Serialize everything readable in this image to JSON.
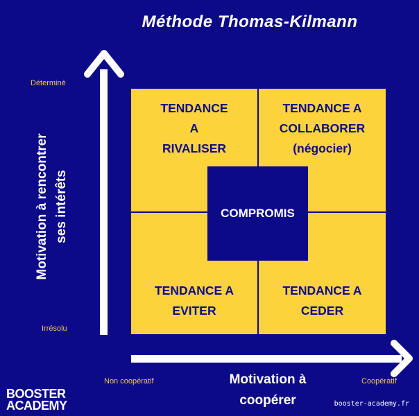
{
  "title": "Méthode Thomas-Kilmann",
  "y_axis": {
    "label_lines": [
      "Motivation à rencontrer",
      "ses intérêts"
    ],
    "top": "Déterminé",
    "bottom": "Irrésolu"
  },
  "x_axis": {
    "label_lines": [
      "Motivation à",
      "coopérer"
    ],
    "left": "Non coopératif",
    "right": "Coopératif"
  },
  "quadrants": {
    "top_left": [
      "TENDANCE",
      "A",
      "RIVALISER"
    ],
    "top_right": [
      "TENDANCE A",
      "COLLABORER",
      "(négocier)"
    ],
    "bottom_left": [
      "TENDANCE A",
      "EVITER"
    ],
    "bottom_right": [
      "TENDANCE A",
      "CEDER"
    ]
  },
  "center": "COMPROMIS",
  "brand": {
    "logo_lines": [
      "BOOSTER",
      "ACADEMY"
    ],
    "url": "booster-academy.fr"
  },
  "colors": {
    "background": "#0d0a8a",
    "quadrant": "#fcd33a",
    "accent": "#f5c842",
    "text": "#ffffff"
  }
}
